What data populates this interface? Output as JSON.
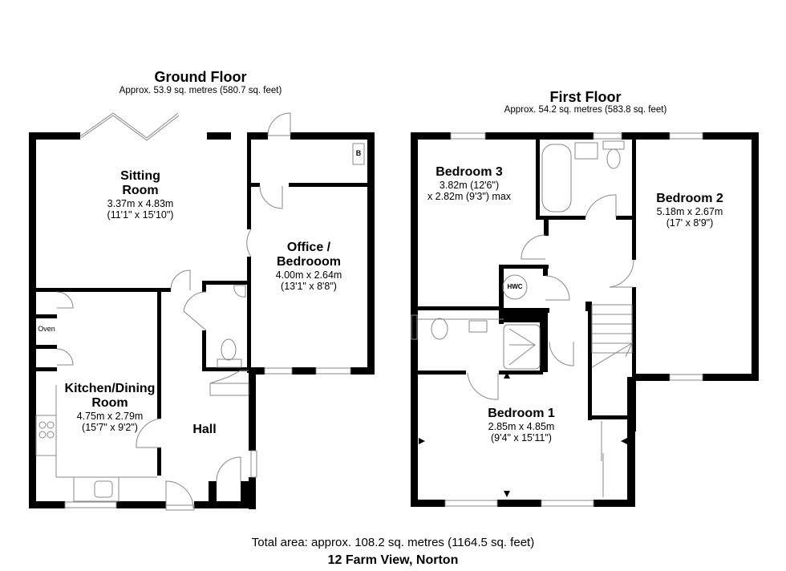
{
  "ground_floor": {
    "title": "Ground Floor",
    "area": "Approx. 53.9 sq. metres (580.7 sq. feet)",
    "rooms": [
      {
        "name": "Sitting",
        "name2": "Room",
        "dim_m": "3.37m x 4.83m",
        "dim_ft": "(11'1\" x 15'10\")"
      },
      {
        "name": "Office /",
        "name2": "Bedrooom",
        "dim_m": "4.00m x 2.64m",
        "dim_ft": "(13'1\" x 8'8\")"
      },
      {
        "name": "Kitchen/Dining",
        "name2": "Room",
        "dim_m": "4.75m x 2.79m",
        "dim_ft": "(15'7\" x 9'2\")"
      },
      {
        "name": "Hall"
      }
    ],
    "fixtures": {
      "oven": "Oven",
      "boiler": "B"
    }
  },
  "first_floor": {
    "title": "First Floor",
    "area": "Approx. 54.2 sq. metres (583.8 sq. feet)",
    "rooms": [
      {
        "name": "Bedroom 3",
        "dim_m": "3.82m (12'6\")",
        "dim_ft": "x 2.82m (9'3\") max"
      },
      {
        "name": "Bedroom 2",
        "dim_m": "5.18m x 2.67m",
        "dim_ft": "(17' x 8'9\")"
      },
      {
        "name": "Bedroom 1",
        "dim_m": "2.85m x 4.85m",
        "dim_ft": "(9'4\" x 15'11\")"
      }
    ],
    "fixtures": {
      "hwc": "HWC"
    }
  },
  "footer": {
    "total_area": "Total area: approx. 108.2 sq. metres (1164.5 sq. feet)",
    "address": "12 Farm View, Norton"
  },
  "colors": {
    "wall": "#000000",
    "background": "#ffffff",
    "fixture_line": "#888888"
  }
}
